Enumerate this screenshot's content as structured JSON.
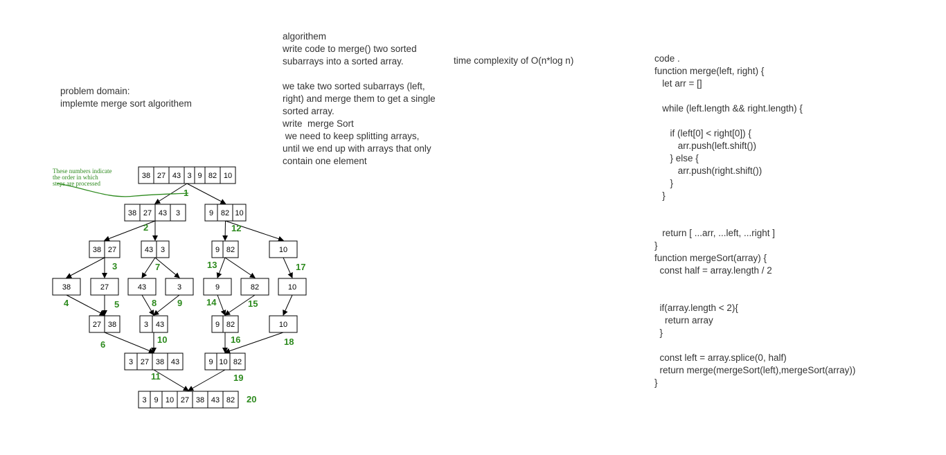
{
  "problem": {
    "lines": [
      "problem domain:",
      "implemte merge sort algorithem"
    ]
  },
  "algorithm": {
    "lines": [
      "algorithem",
      "write code to merge() two sorted",
      "subarrays into a sorted array.",
      "",
      "we take two sorted subarrays (left,",
      "right) and merge them to get a single",
      "sorted array.",
      "write  merge Sort",
      " we need to keep splitting arrays,",
      "until we end up with arrays that only",
      "contain one element"
    ]
  },
  "complexity": {
    "text": "time complexity of O(n*log n)"
  },
  "code": {
    "lines": [
      "code .",
      "function merge(left, right) {",
      "   let arr = []",
      "",
      "   while (left.length && right.length) {",
      "",
      "      if (left[0] < right[0]) {",
      "         arr.push(left.shift())",
      "      } else {",
      "         arr.push(right.shift())",
      "      }",
      "   }",
      "",
      "",
      "   return [ ...arr, ...left, ...right ]",
      "}",
      "function mergeSort(array) {",
      "  const half = array.length / 2",
      "",
      "",
      "  if(array.length < 2){",
      "    return array",
      "  }",
      "",
      "  const left = array.splice(0, half)",
      "  return merge(mergeSort(left),mergeSort(array))",
      "}"
    ]
  },
  "diagram": {
    "note": [
      "These numbers indicate",
      "the order in which",
      "steps are processed"
    ],
    "nodes": [
      {
        "id": "n0",
        "values": [
          "38",
          "27",
          "43",
          "3",
          "9",
          "82",
          "10"
        ]
      },
      {
        "id": "n1",
        "values": [
          "38",
          "27",
          "43",
          "3"
        ]
      },
      {
        "id": "n2",
        "values": [
          "9",
          "82",
          "10"
        ]
      },
      {
        "id": "n3",
        "values": [
          "38",
          "27"
        ]
      },
      {
        "id": "n4",
        "values": [
          "43",
          "3"
        ]
      },
      {
        "id": "n5",
        "values": [
          "9",
          "82"
        ]
      },
      {
        "id": "n6",
        "values": [
          "10"
        ]
      },
      {
        "id": "n7",
        "values": [
          "38"
        ]
      },
      {
        "id": "n8",
        "values": [
          "27"
        ]
      },
      {
        "id": "n9",
        "values": [
          "43"
        ]
      },
      {
        "id": "n10",
        "values": [
          "3"
        ]
      },
      {
        "id": "n11",
        "values": [
          "9"
        ]
      },
      {
        "id": "n12",
        "values": [
          "82"
        ]
      },
      {
        "id": "n13",
        "values": [
          "10"
        ]
      },
      {
        "id": "n14",
        "values": [
          "27",
          "38"
        ]
      },
      {
        "id": "n15",
        "values": [
          "3",
          "43"
        ]
      },
      {
        "id": "n16",
        "values": [
          "9",
          "82"
        ]
      },
      {
        "id": "n17",
        "values": [
          "10"
        ]
      },
      {
        "id": "n18",
        "values": [
          "3",
          "27",
          "38",
          "43"
        ]
      },
      {
        "id": "n19",
        "values": [
          "9",
          "10",
          "82"
        ]
      },
      {
        "id": "n20",
        "values": [
          "3",
          "9",
          "10",
          "27",
          "38",
          "43",
          "82"
        ]
      }
    ],
    "edges": [
      [
        "n0",
        "n1"
      ],
      [
        "n0",
        "n2"
      ],
      [
        "n1",
        "n3"
      ],
      [
        "n1",
        "n4"
      ],
      [
        "n2",
        "n5"
      ],
      [
        "n2",
        "n6"
      ],
      [
        "n3",
        "n7"
      ],
      [
        "n3",
        "n8"
      ],
      [
        "n4",
        "n9"
      ],
      [
        "n4",
        "n10"
      ],
      [
        "n5",
        "n11"
      ],
      [
        "n5",
        "n12"
      ],
      [
        "n6",
        "n13"
      ],
      [
        "n7",
        "n14"
      ],
      [
        "n8",
        "n14"
      ],
      [
        "n9",
        "n15"
      ],
      [
        "n10",
        "n15"
      ],
      [
        "n11",
        "n16"
      ],
      [
        "n12",
        "n16"
      ],
      [
        "n13",
        "n17"
      ],
      [
        "n14",
        "n18"
      ],
      [
        "n15",
        "n18"
      ],
      [
        "n16",
        "n19"
      ],
      [
        "n17",
        "n19"
      ],
      [
        "n18",
        "n20"
      ],
      [
        "n19",
        "n20"
      ]
    ],
    "steps": [
      "1",
      "2",
      "3",
      "4",
      "5",
      "6",
      "7",
      "8",
      "9",
      "10",
      "11",
      "12",
      "13",
      "14",
      "15",
      "16",
      "17",
      "18",
      "19",
      "20"
    ],
    "colors": {
      "step": "#2d8a1e",
      "box": "#000000"
    }
  }
}
